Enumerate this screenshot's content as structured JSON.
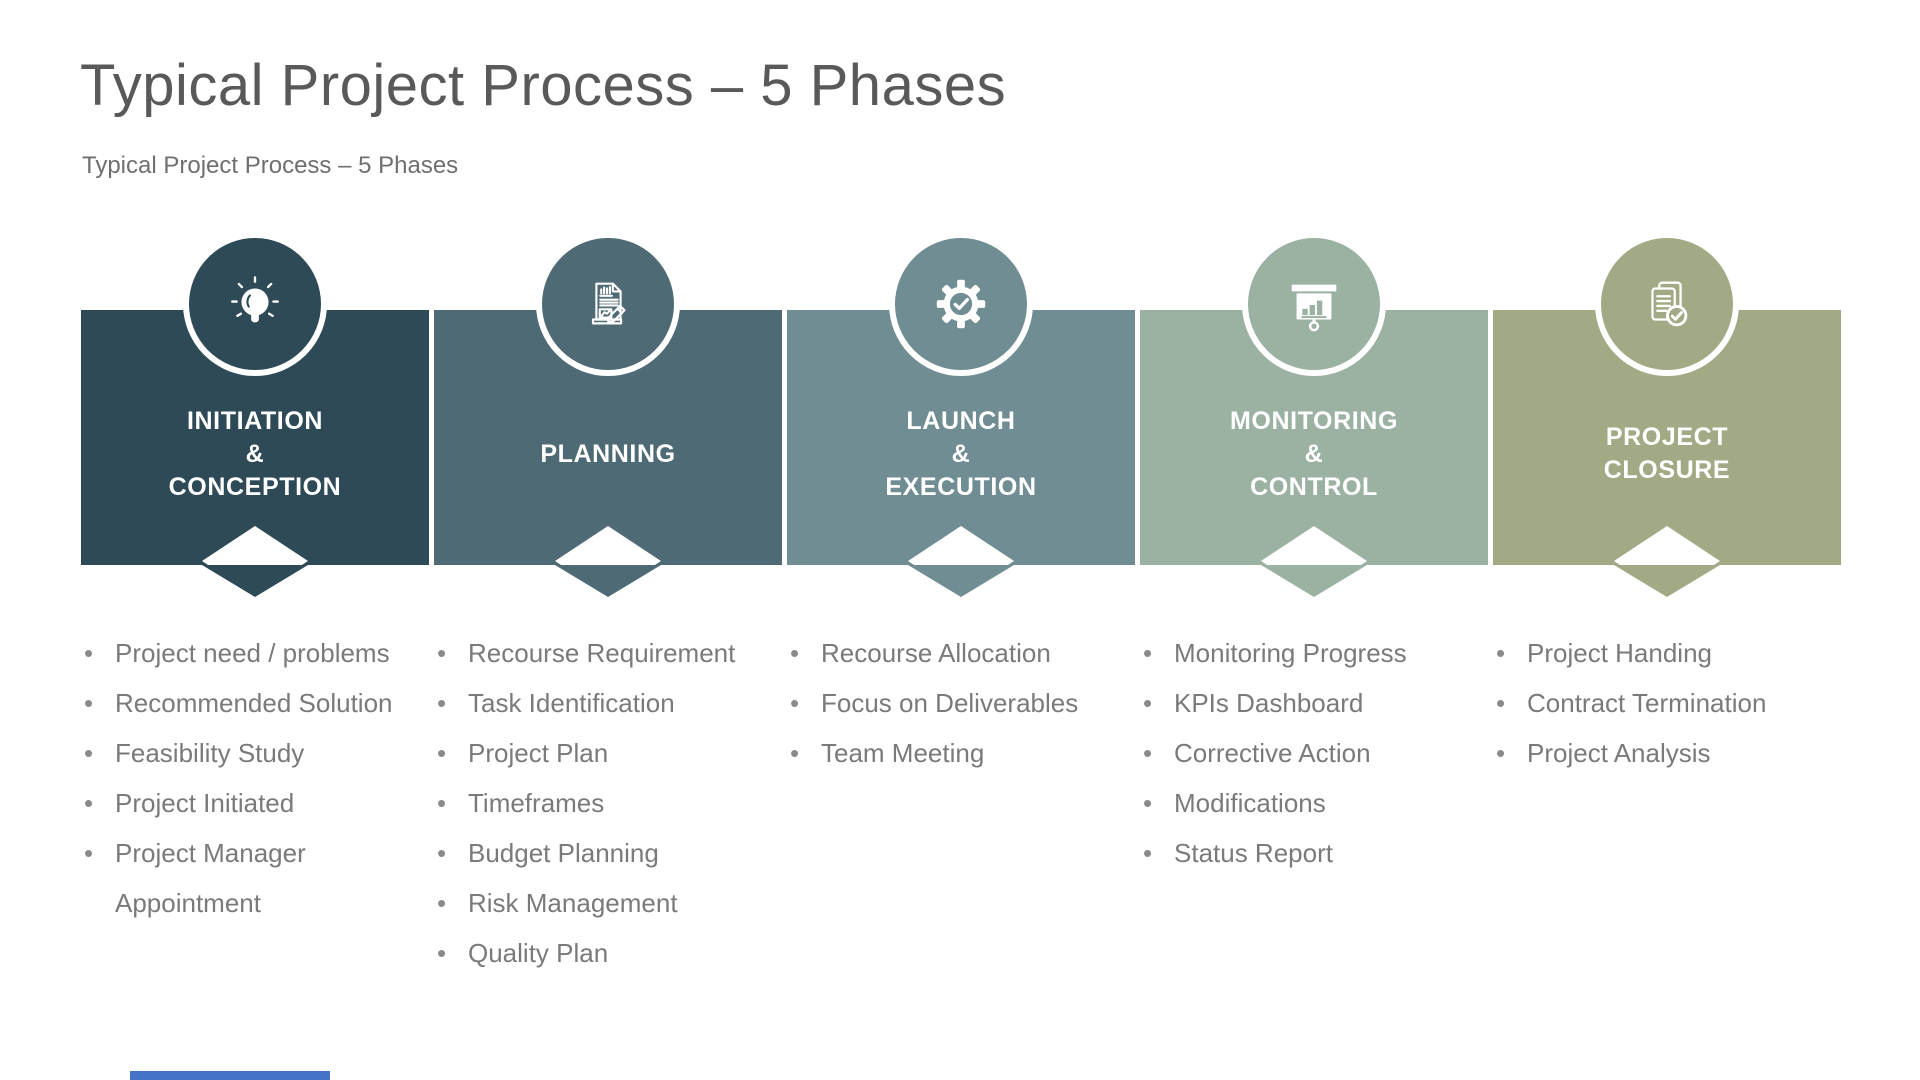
{
  "page": {
    "title": "Typical Project Process – 5 Phases",
    "subtitle": "Typical Project Process – 5 Phases"
  },
  "colors": {
    "phase_1": "#2E4A57",
    "phase_2": "#4D6A75",
    "phase_3": "#708D93",
    "phase_4": "#9BB1A2",
    "phase_5": "#A2AA85",
    "title_text": "#595959",
    "body_text": "#7a7a7a",
    "label_text": "#ffffff",
    "footer_accent": "#4472C4"
  },
  "phases": [
    {
      "color": "#2E4A57",
      "icon": "lightbulb-icon",
      "title_lines": [
        "INITIATION",
        "&",
        "CONCEPTION"
      ],
      "bullets": [
        "Project need / problems",
        "Recommended Solution",
        "Feasibility Study",
        "Project Initiated",
        "Project Manager Appointment"
      ]
    },
    {
      "color": "#4D6A75",
      "icon": "document-pencil-icon",
      "title_lines": [
        "PLANNING"
      ],
      "bullets": [
        "Recourse Requirement",
        "Task Identification",
        "Project Plan",
        "Timeframes",
        "Budget Planning",
        "Risk Management",
        "Quality Plan"
      ]
    },
    {
      "color": "#708D93",
      "icon": "gear-check-icon",
      "title_lines": [
        "LAUNCH",
        "&",
        "EXECUTION"
      ],
      "bullets": [
        "Recourse Allocation",
        "Focus on Deliverables",
        "Team Meeting"
      ]
    },
    {
      "color": "#9BB1A2",
      "icon": "presentation-chart-icon",
      "title_lines": [
        "MONITORING",
        "&",
        "CONTROL"
      ],
      "bullets": [
        "Monitoring Progress",
        "KPIs Dashboard",
        "Corrective Action",
        "Modifications",
        "Status Report"
      ]
    },
    {
      "color": "#A2AA85",
      "icon": "documents-check-icon",
      "title_lines": [
        "PROJECT",
        "CLOSURE"
      ],
      "bullets": [
        "Project Handing",
        "Contract Termination",
        "Project Analysis"
      ]
    }
  ]
}
